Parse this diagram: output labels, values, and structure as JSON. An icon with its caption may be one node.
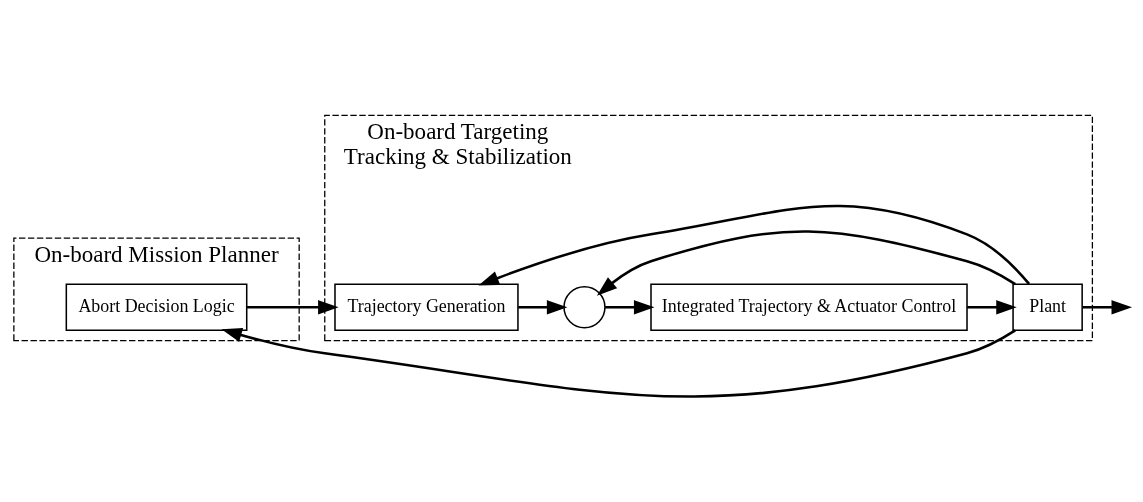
{
  "diagram": {
    "nodes": [
      {
        "text": [
          "On-board Mission Planner"
        ]
      },
      {
        "text": [
          "Abort Decision Logic"
        ],
        "in": 0
      },
      {
        "text": [
          "On-board Targeting",
          "Tracking & Stabilization"
        ]
      },
      {
        "text": [
          "Trajectory Generation"
        ],
        "in": 2
      },
      {
        "text": [],
        "shape": "circle",
        "in": 2
      },
      {
        "text": [
          "Integrated Trajectory & Actuator Control"
        ],
        "in": 2
      },
      {
        "text": [
          "Plant"
        ],
        "in": 2
      }
    ],
    "edges": [
      {
        "from": 1,
        "to": 3,
        "arrow": "to"
      },
      {
        "from": 3,
        "to": 4,
        "arrow": "to"
      },
      {
        "from": 4,
        "to": 5,
        "arrow": "to"
      },
      {
        "from": 5,
        "to": 6,
        "arrow": "to"
      },
      {
        "from": 6,
        "to": null,
        "arrow": "to"
      },
      {
        "from": 6,
        "to": 4,
        "arrow": "to"
      },
      {
        "from": 6,
        "to": 3,
        "arrow": "to"
      },
      {
        "from": 6,
        "to": 1,
        "arrow": "to"
      }
    ]
  }
}
